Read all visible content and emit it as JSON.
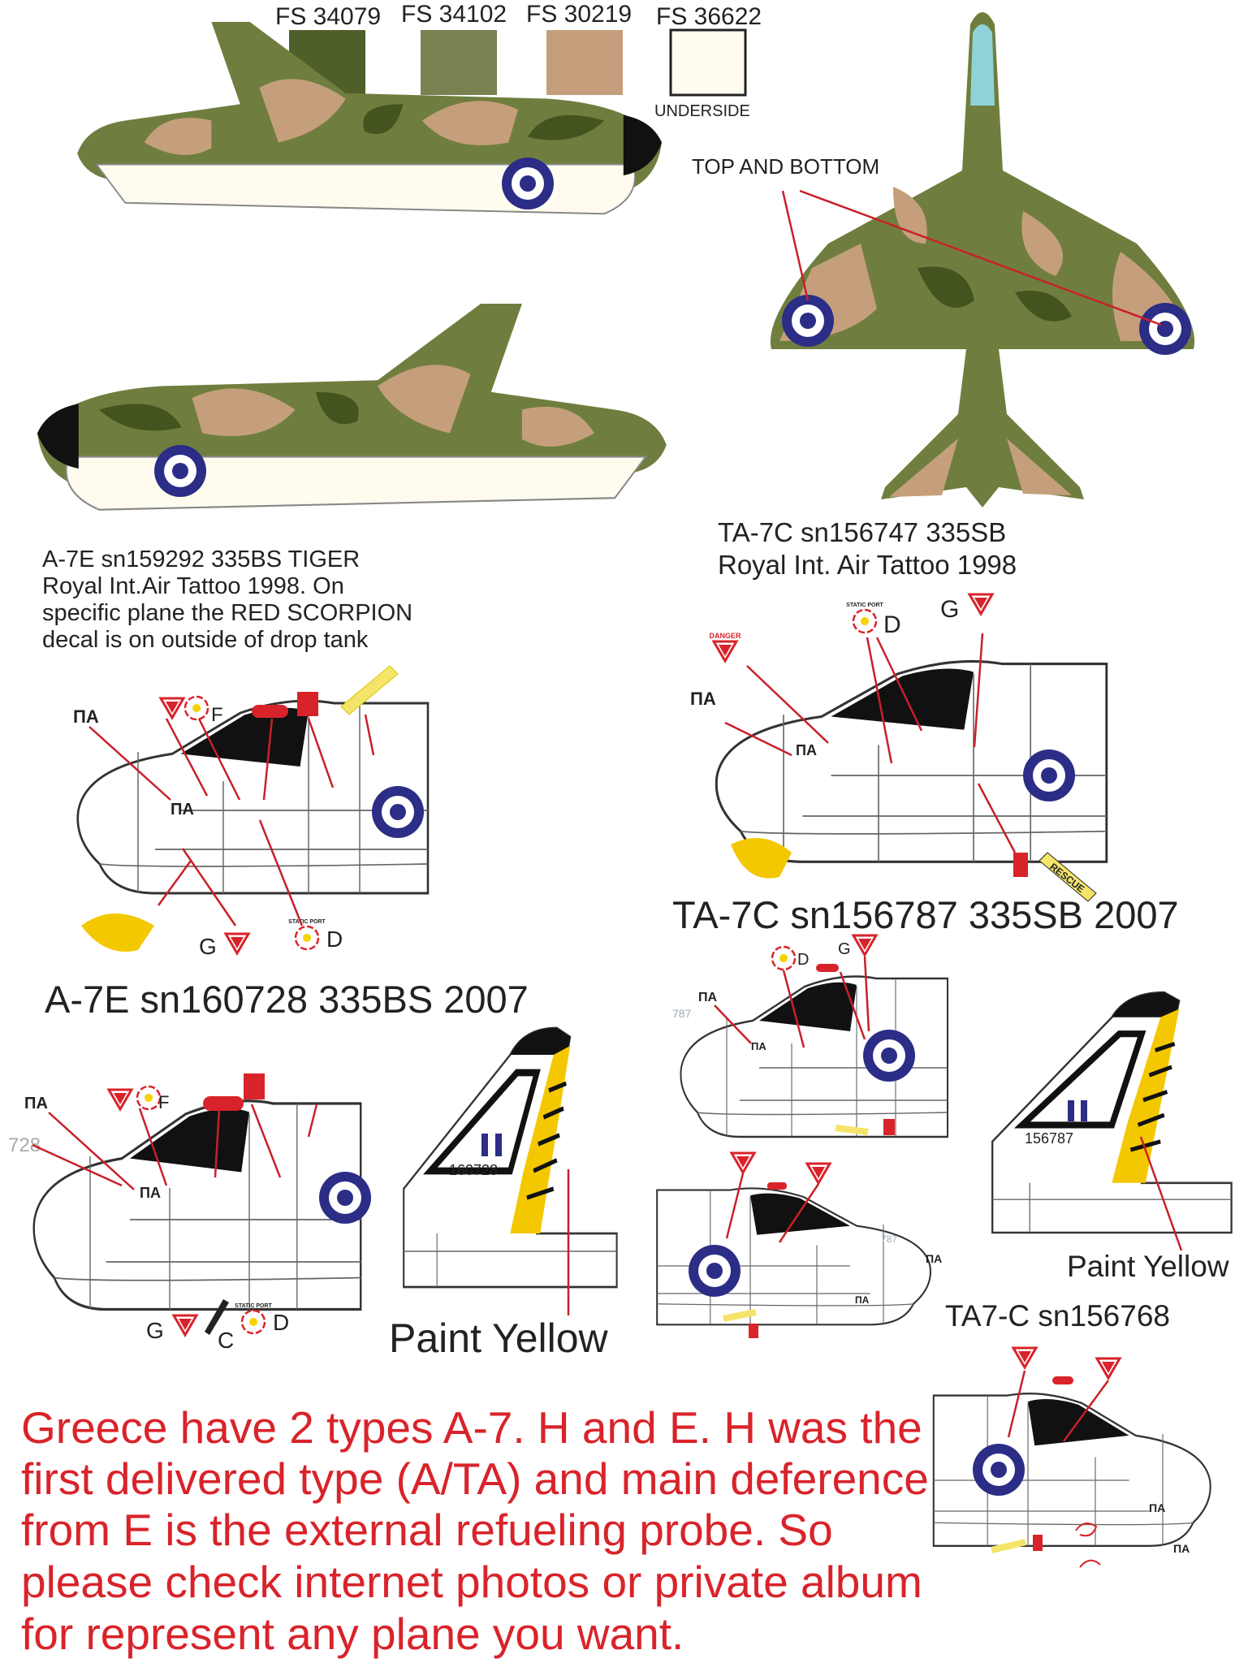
{
  "swatches": [
    {
      "label": "FS 34079",
      "color": "#4f5f2a"
    },
    {
      "label": "FS 34102",
      "color": "#7a8050"
    },
    {
      "label": "FS 30219",
      "color": "#c59f7b"
    },
    {
      "label": "FS 36622",
      "color": "#fffcef",
      "note": "UNDERSIDE"
    }
  ],
  "top_view": {
    "caption": "TOP AND BOTTOM"
  },
  "ta7c_1998": {
    "line1": "TA-7C sn156747  335SB",
    "line2": "Royal Int. Air Tattoo 1998"
  },
  "a7e_1998": {
    "lines": [
      "A-7E sn159292 335BS TIGER",
      "Royal Int.Air Tattoo 1998. On",
      "specific plane the RED SCORPION",
      "decal is on outside of drop tank"
    ]
  },
  "markers": {
    "pa": "ΠΑ",
    "f": "F",
    "g": "G",
    "d": "D",
    "c": "C",
    "static_port": "STATIC PORT",
    "rescue": "RESCUE",
    "danger": "DANGER"
  },
  "a7e_2007": {
    "title": "A-7E sn160728 335BS 2007",
    "nose_number": "728",
    "tail_number": "160728",
    "paint_note": "Paint Yellow"
  },
  "ta7c_2007": {
    "title": "TA-7C sn156787 335SB 2007",
    "nose_number": "787",
    "tail_number": "156787",
    "paint_note": "Paint Yellow"
  },
  "ta7c_156768": {
    "title": "TA7-C sn156768"
  },
  "colors": {
    "roundel_blue": "#2b2d86",
    "note_red": "#d9232a",
    "tiger_yellow": "#f4c800",
    "green_dark": "#4f5f2a",
    "green_light": "#7a8a46",
    "tan": "#c59f7b"
  },
  "note": {
    "lines": [
      "Greece have 2 types A-7. H and E. H was the",
      "first delivered type (A/TA) and main deference",
      "from E is the external refueling probe. So",
      "please check internet photos or private album",
      "for represent any plane you want."
    ]
  }
}
